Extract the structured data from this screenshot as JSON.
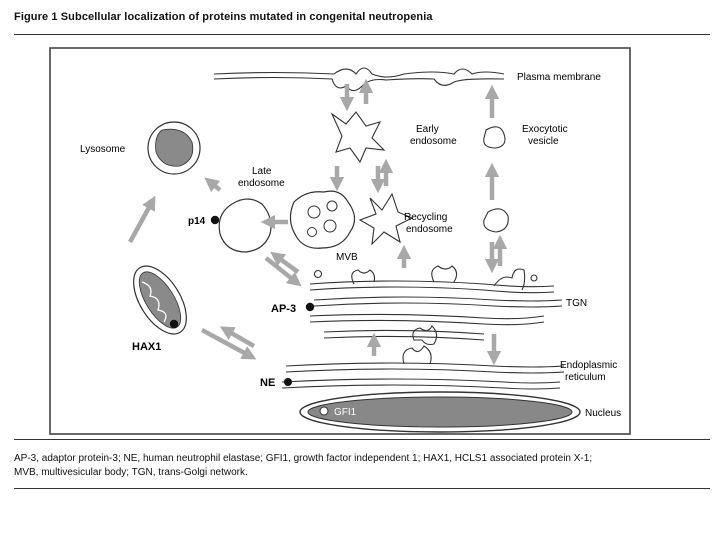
{
  "figure": {
    "title": "Figure 1  Subcellular localization of proteins mutated in congenital neutropenia",
    "labels": {
      "plasma_membrane": "Plasma membrane",
      "early_endosome": [
        "Early",
        "endosome"
      ],
      "exocytotic_vesicle": [
        "Exocytotic",
        "vesicle"
      ],
      "lysosome": "Lysosome",
      "late_endosome": [
        "Late",
        "endosome"
      ],
      "p14": "p14",
      "mvb": "MVB",
      "recycling_endosome": [
        "Recycling",
        "endosome"
      ],
      "hax1": "HAX1",
      "ap3": "AP-3",
      "tgn": "TGN",
      "er": [
        "Endoplasmic",
        "reticulum"
      ],
      "ne": "NE",
      "gfi1": "GFI1",
      "nucleus": "Nucleus"
    },
    "caption": [
      "AP-3, adaptor protein-3; NE, human neutrophil elastase; GFI1, growth factor independent 1; HAX1, HCLS1 associated protein X-1;",
      "MVB, multivesicular body; TGN, trans-Golgi network."
    ],
    "colors": {
      "arrow": "#a8a8a8",
      "organelle_fill": "#ffffff",
      "dark_fill": "#8a8a8a",
      "nucleus_fill": "#888888",
      "frame": "#444444"
    }
  }
}
